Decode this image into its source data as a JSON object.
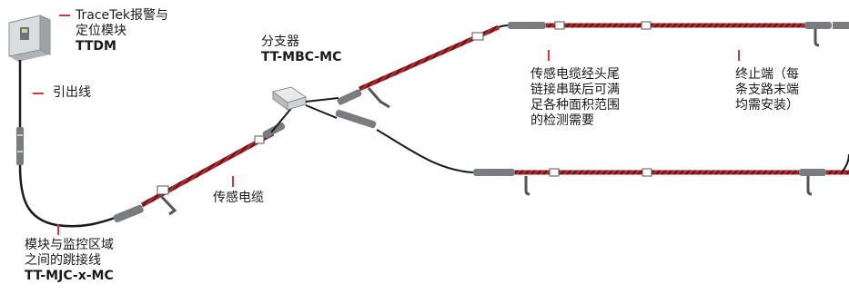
{
  "labels": {
    "ttdm": {
      "line1": "TraceTek报警与",
      "line2": "定位模块",
      "code": "TTDM"
    },
    "leader_cable": {
      "text": "引出线"
    },
    "branch": {
      "line1": "分支器",
      "code": "TT-MBC-MC"
    },
    "sensor_joint": {
      "line1": "传感电缆经头尾",
      "line2": "链接串联后可满",
      "line3": "足各种面积范围",
      "line4": "的检测需要"
    },
    "terminator": {
      "line1": "终止端（每",
      "line2": "条支路末端",
      "line3": "均需安装）"
    },
    "sensor_cable": {
      "text": "传感电缆"
    },
    "jumper": {
      "line1": "模块与监控区域",
      "line2": "之间的跳接线",
      "code": "TT-MJC-x-MC"
    }
  },
  "colors": {
    "sensor_cable": "#b3262b",
    "sensor_stripe": "#4a1414",
    "jumper": "#1a1a1a",
    "leader_mark": "#d6373a",
    "connector": "#7a7d80",
    "module": "#d9dde0"
  }
}
